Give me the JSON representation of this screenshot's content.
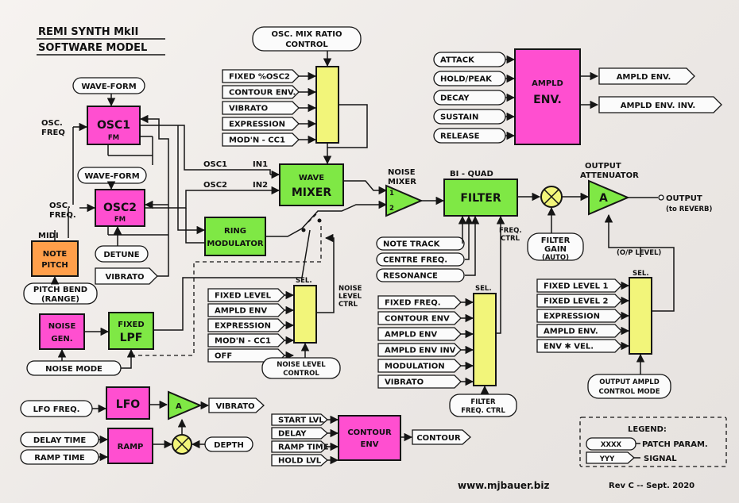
{
  "title": {
    "line1": "REMI SYNTH MkII",
    "line2": "SOFTWARE MODEL"
  },
  "colors": {
    "magenta": "#ff4fd0",
    "green": "#7fe845",
    "orange": "#ff9f4a",
    "yellow": "#f2f57a",
    "ink": "#151515",
    "paper": "#efebe8"
  },
  "oscillators": {
    "waveform_1": "WAVE-FORM",
    "waveform_2": "WAVE-FORM",
    "osc1": "OSC1",
    "osc2": "OSC2",
    "fm": "FM",
    "osc_freq_1a": "OSC.",
    "osc_freq_1b": "FREQ",
    "osc_freq_2a": "OSC.",
    "osc_freq_2b": "FREQ.",
    "detune": "DETUNE",
    "vibrato": "VIBRATO",
    "midi": "MIDI",
    "note_pitch_1": "NOTE",
    "note_pitch_2": "PITCH",
    "pitch_bend_1": "PITCH BEND",
    "pitch_bend_2": "(RANGE)"
  },
  "mix_ratio": {
    "label_1": "OSC. MIX RATIO",
    "label_2": "CONTROL",
    "inputs": [
      "FIXED %OSC2",
      "CONTOUR ENV.",
      "VIBRATO",
      "EXPRESSION",
      "MOD'N - CC1"
    ]
  },
  "wave_mixer": {
    "line1": "WAVE",
    "line2": "MIXER",
    "osc1_label": "OSC1",
    "osc2_label": "OSC2",
    "in1": "IN1",
    "in2": "IN2"
  },
  "ring_modulator": {
    "line1": "RING",
    "line2": "MODULATOR"
  },
  "noise": {
    "gen_1": "NOISE",
    "gen_2": "GEN.",
    "lpf_1": "FIXED",
    "lpf_2": "LPF",
    "noise_mode": "NOISE MODE",
    "level_ctrl_1": "NOISE",
    "level_ctrl_2": "LEVEL",
    "level_ctrl_3": "CTRL",
    "sel": "SEL.",
    "level_inputs": [
      "FIXED LEVEL",
      "AMPLD ENV",
      "EXPRESSION",
      "MOD'N - CC1",
      "OFF"
    ],
    "level_control_1": "NOISE LEVEL",
    "level_control_2": "CONTROL"
  },
  "noise_mixer": {
    "label_1": "NOISE",
    "label_2": "MIXER",
    "in1": "1",
    "in2": "2"
  },
  "filter": {
    "biquad": "BI - QUAD",
    "label": "FILTER",
    "inputs": [
      "NOTE TRACK",
      "CENTRE FREQ.",
      "RESONANCE"
    ],
    "freq_ctrl_1": "FREQ.",
    "freq_ctrl_2": "CTRL",
    "sel": "SEL.",
    "freq_inputs": [
      "FIXED FREQ.",
      "CONTOUR ENV",
      "AMPLD ENV",
      "AMPLD ENV INV",
      "MODULATION",
      "VIBRATO"
    ],
    "freq_ctrl_label_1": "FILTER",
    "freq_ctrl_label_2": "FREQ. CTRL",
    "gain_1": "FILTER",
    "gain_2": "GAIN",
    "gain_3": "(AUTO)"
  },
  "output": {
    "attenuator_1": "OUTPUT",
    "attenuator_2": "ATTENUATOR",
    "amp": "A",
    "output_label": "OUTPUT",
    "reverb": "(to REVERB)",
    "op_level": "(O/P LEVEL)",
    "sel": "SEL.",
    "inputs": [
      "FIXED LEVEL 1",
      "FIXED LEVEL 2",
      "EXPRESSION",
      "AMPLD ENV.",
      "ENV ✱ VEL."
    ],
    "control_mode_1": "OUTPUT AMPLD",
    "control_mode_2": "CONTROL MODE"
  },
  "amp_env": {
    "line1": "AMPLD",
    "line2": "ENV.",
    "inputs": [
      "ATTACK",
      "HOLD/PEAK",
      "DECAY",
      "SUSTAIN",
      "RELEASE"
    ],
    "out1": "AMPLD ENV.",
    "out2": "AMPLD ENV. INV."
  },
  "lfo": {
    "freq": "LFO FREQ.",
    "label": "LFO",
    "amp": "A",
    "vibrato": "VIBRATO",
    "delay_time": "DELAY TIME",
    "ramp_time": "RAMP TIME",
    "ramp": "RAMP",
    "depth": "DEPTH"
  },
  "contour": {
    "line1": "CONTOUR",
    "line2": "ENV",
    "inputs": [
      "START LVL",
      "DELAY",
      "RAMP TIME",
      "HOLD LVL"
    ],
    "out": "CONTOUR"
  },
  "legend": {
    "title": "LEGEND:",
    "patch_symbol": "XXXX",
    "patch": "PATCH PARAM.",
    "signal_symbol": "YYY",
    "signal": "SIGNAL"
  },
  "footer": {
    "website": "www.mjbauer.biz",
    "revision": "Rev C -- Sept. 2020"
  }
}
